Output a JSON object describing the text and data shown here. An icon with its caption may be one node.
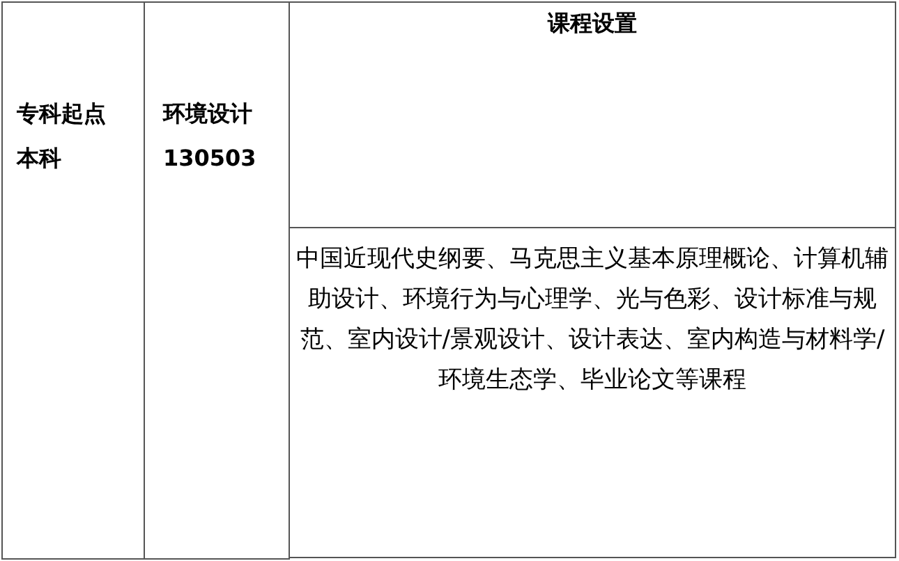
{
  "diagram": {
    "labels": [
      "专科起点本科",
      "环境设计 130503",
      "课程设置",
      "中国近现代史纲要、马克思主义基本原理概论、计算机辅助设计、环境行为与心理学、光与色彩、设计标准与规范、室内设计/景观设计、设计表达、室内构造与材料学/环境生态学、毕业论文等课程"
    ]
  }
}
